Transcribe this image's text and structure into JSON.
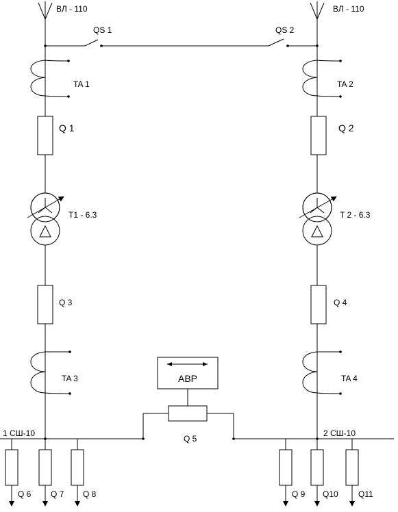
{
  "lines": {
    "left": "ВЛ - 110",
    "right": "ВЛ - 110"
  },
  "disconnectors": {
    "qs1": "QS 1",
    "qs2": "QS 2"
  },
  "current_transformers": {
    "ta1": "TA 1",
    "ta2": "TA 2",
    "ta3": "TA 3",
    "ta4": "TA 4"
  },
  "breakers": {
    "q1": "Q 1",
    "q2": "Q 2",
    "q3": "Q 3",
    "q4": "Q 4",
    "q5": "Q 5"
  },
  "transformers": {
    "t1": "T1 - 6.3",
    "t2": "T 2 - 6.3"
  },
  "avr": "АВР",
  "busbars": {
    "left": "1 СШ-10",
    "right": "2 СШ-10"
  },
  "feeders": {
    "q6": "Q 6",
    "q7": "Q 7",
    "q8": "Q 8",
    "q9": "Q 9",
    "q10": "Q10",
    "q11": "Q11"
  }
}
